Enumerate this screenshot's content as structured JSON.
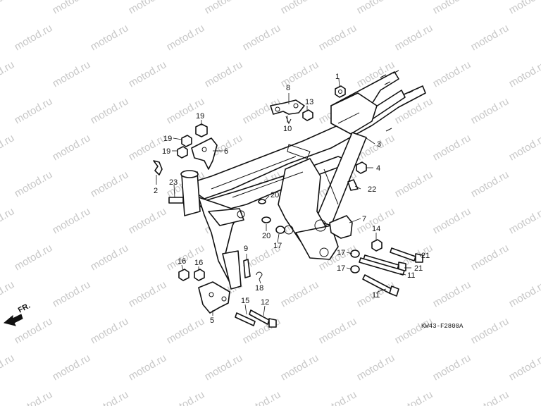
{
  "watermark": "motod.ru",
  "diagram_code": "KW43-F2800A",
  "direction_label": "FR.",
  "callouts": [
    {
      "id": "c1",
      "label": "1"
    },
    {
      "id": "c2",
      "label": "2"
    },
    {
      "id": "c3",
      "label": "3"
    },
    {
      "id": "c4",
      "label": "4"
    },
    {
      "id": "c5",
      "label": "5"
    },
    {
      "id": "c6",
      "label": "6"
    },
    {
      "id": "c7",
      "label": "7"
    },
    {
      "id": "c8",
      "label": "8"
    },
    {
      "id": "c9",
      "label": "9"
    },
    {
      "id": "c10",
      "label": "10"
    },
    {
      "id": "c11a",
      "label": "11"
    },
    {
      "id": "c11b",
      "label": "11"
    },
    {
      "id": "c12",
      "label": "12"
    },
    {
      "id": "c13",
      "label": "13"
    },
    {
      "id": "c14",
      "label": "14"
    },
    {
      "id": "c15",
      "label": "15"
    },
    {
      "id": "c16a",
      "label": "16"
    },
    {
      "id": "c16b",
      "label": "16"
    },
    {
      "id": "c17a",
      "label": "17"
    },
    {
      "id": "c17b",
      "label": "17"
    },
    {
      "id": "c17c",
      "label": "17"
    },
    {
      "id": "c18",
      "label": "18"
    },
    {
      "id": "c19a",
      "label": "19"
    },
    {
      "id": "c19b",
      "label": "19"
    },
    {
      "id": "c19c",
      "label": "19"
    },
    {
      "id": "c20a",
      "label": "20"
    },
    {
      "id": "c20b",
      "label": "20"
    },
    {
      "id": "c21a",
      "label": "21"
    },
    {
      "id": "c21b",
      "label": "21"
    },
    {
      "id": "c22",
      "label": "22"
    },
    {
      "id": "c23",
      "label": "23"
    }
  ]
}
